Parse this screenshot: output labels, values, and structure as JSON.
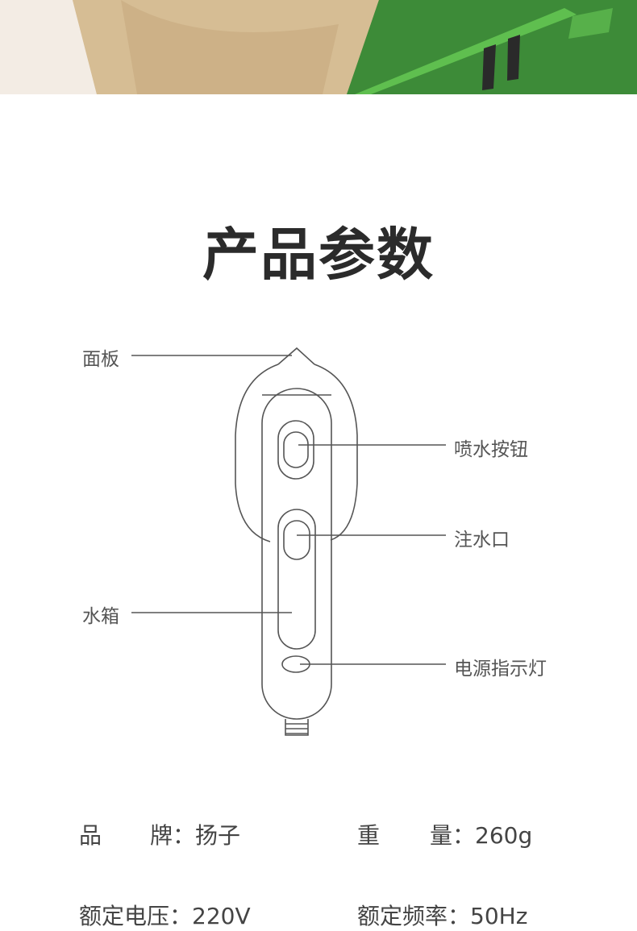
{
  "section_title": "产品参数",
  "labels": {
    "panel": "面板",
    "spray_button": "喷水按钮",
    "water_inlet": "注水口",
    "water_tank": "水箱",
    "power_indicator": "电源指示灯"
  },
  "specs": [
    {
      "label_a": "品",
      "label_b": "牌：",
      "value": "扬子"
    },
    {
      "label_a": "重",
      "label_b": "量：",
      "value": "260g"
    },
    {
      "label_a": "额定电压：",
      "label_b": "",
      "value": "220V"
    },
    {
      "label_a": "额定频率：",
      "label_b": "",
      "value": "50Hz"
    }
  ],
  "colors": {
    "line": "#555555",
    "title": "#2b2b2b",
    "green": "#3f8f3a"
  }
}
